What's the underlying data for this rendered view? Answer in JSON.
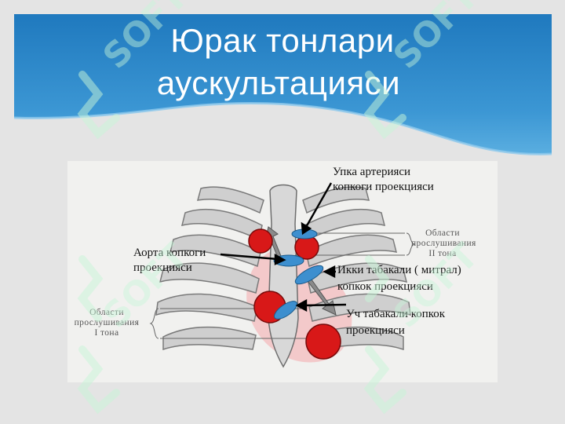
{
  "slide": {
    "title_line1": "Юрак тонлари",
    "title_line2": "аускультацияси"
  },
  "labels": {
    "pulmonary_line1": "Упка артерияси",
    "pulmonary_line2": "копкоги проекцияси",
    "aortic_line1": "Аорта копкоги",
    "aortic_line2": "проекцияси",
    "mitral_line1": "Икки табакали ( митрал)",
    "mitral_line2": "копкок проекцияси",
    "tricuspid_line1": "Уч табакали копкок",
    "tricuspid_line2": "проекцияси"
  },
  "figure_text": {
    "area_ii_line1": "Области",
    "area_ii_line2": "прослушивания",
    "area_ii_line3": "II тона",
    "area_i_line1": "Области",
    "area_i_line2": "прослушивания",
    "area_i_line3": "I тона"
  },
  "colors": {
    "header_blue": "#2a86c8",
    "valve_blue": "#3d8fcf",
    "dot_red": "#d81818",
    "heart_pink": "#f2b9bb",
    "watermark_green": "#c8f5d8"
  },
  "watermark": "SOFT"
}
